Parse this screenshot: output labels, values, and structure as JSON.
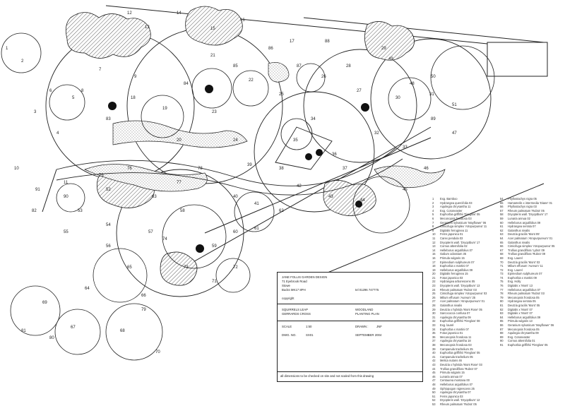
{
  "title_block": {
    "designer": "JANE FOLLIS GARDEN DESIGN",
    "address": [
      "71 Eyebrook Road",
      "Stowe",
      "Bucks MK17 8PH"
    ],
    "tel": "tel 01296 747775",
    "copyright": "copyright",
    "client": [
      "SQUIRRELS LEAP",
      "GERRARDS CROSS"
    ],
    "drawing_title": [
      "WOODLAND",
      "PLANTING PLAN"
    ],
    "scale_label": "SCALE",
    "scale_value": "1:50",
    "drawn_label": "DRAWN :",
    "drawn_value": "JNF",
    "dwg_label": "DWG. NO.",
    "dwg_value": "SX01",
    "date_value": "SEPTEMBER 2004",
    "note": "all dimensions to be checked on site and not scaled from this drawing"
  },
  "legend_col1": [
    {
      "n": "1",
      "t": "Exg. Bamboo"
    },
    {
      "n": "2",
      "t": "Hydrangea quercifolia 03"
    },
    {
      "n": "3",
      "t": "Aquilegia chrysantha 11"
    },
    {
      "n": "4",
      "t": "Exg. Cotoneaster"
    },
    {
      "n": "5",
      "t": "Euphorbia griffithii 'Fireglow' 05"
    },
    {
      "n": "6",
      "t": "Meconopsis frondosa 03"
    },
    {
      "n": "7",
      "t": "Geranium sylvaticum 'Mayflower' 06"
    },
    {
      "n": "8",
      "t": "Cimicifuga simplex 'Atropurpurea' 11"
    },
    {
      "n": "9",
      "t": "Digitalis ferruginea 11"
    },
    {
      "n": "10",
      "t": "Ferns japonica 01"
    },
    {
      "n": "11",
      "t": "Carex pendula 03"
    },
    {
      "n": "12",
      "t": "Dryopteris wall. 'Dryoptbum' 17"
    },
    {
      "n": "13",
      "t": "Cornus alternifolia 02"
    },
    {
      "n": "14",
      "t": "Helleborus argutifolius 07"
    },
    {
      "n": "15",
      "t": "Galium odoratum 35"
    },
    {
      "n": "16",
      "t": "Primula vulgaris 15"
    },
    {
      "n": "17",
      "t": "Epimedium sulphureum 07"
    },
    {
      "n": "18",
      "t": "Euphorbia x martini 07"
    },
    {
      "n": "19",
      "t": "Helleborus argutifolius 09"
    },
    {
      "n": "20",
      "t": "Digitalis ferruginea 15"
    },
    {
      "n": "21",
      "t": "Fotus japonica 03"
    },
    {
      "n": "22",
      "t": "Hydrangea arborescens 05"
    },
    {
      "n": "23",
      "t": "Dryopteris wall. 'Dryoptbum' 13"
    },
    {
      "n": "24",
      "t": "Rheum palmatum 'Rubra' 03"
    },
    {
      "n": "25",
      "t": "Cimicifuga simplex 'Atropurpurea' 03"
    },
    {
      "n": "26",
      "t": "Milium effusum 'Aureum' 25"
    },
    {
      "n": "27",
      "t": "Acer palmatum 'Atropurpureum' 01"
    },
    {
      "n": "28",
      "t": "Galanthus nivalis"
    },
    {
      "n": "29",
      "t": "Deutzia x hybrida 'Mont Rose' 05"
    },
    {
      "n": "30",
      "t": "Sarcococca confusa 07"
    },
    {
      "n": "31",
      "t": "Aquilegia chrysantha 09"
    },
    {
      "n": "32",
      "t": "Euphorbia griffithii 'Fireglow' 08"
    },
    {
      "n": "33",
      "t": "Exg. laurel"
    },
    {
      "n": "34",
      "t": "Euphorbia x martini 07"
    },
    {
      "n": "35",
      "t": "Fotus japonica 01"
    },
    {
      "n": "36",
      "t": "Meconopsis frondosa 11"
    },
    {
      "n": "37",
      "t": "Aquilegia chrysantha 18"
    },
    {
      "n": "38",
      "t": "Meconopsis frondosa 03"
    },
    {
      "n": "39",
      "t": "Campanula trachelium 25"
    },
    {
      "n": "40",
      "t": "Euphorbia griffithii 'Fireglow' 05"
    },
    {
      "n": "41",
      "t": "Campanula trachelium 05"
    },
    {
      "n": "42",
      "t": "Melica nutans 46"
    },
    {
      "n": "43",
      "t": "Deutzia x hybrida 'Mont Rose' 03"
    },
    {
      "n": "44",
      "t": "Trollius grandiflora 'Rubra' 07"
    },
    {
      "n": "45",
      "t": "Primula vulgaris 15"
    },
    {
      "n": "46",
      "t": "Lunaria annua 07"
    },
    {
      "n": "47",
      "t": "Centaurea montana 00"
    },
    {
      "n": "48",
      "t": "Helleborus argutifolius 07"
    },
    {
      "n": "49",
      "t": "Ophiopogon nigrescens 25"
    },
    {
      "n": "50",
      "t": "Aquilegia chrysantha 07"
    },
    {
      "n": "51",
      "t": "Ferns japonica 03"
    },
    {
      "n": "52",
      "t": "Dryopteris wall. 'Dryoptbum' 12"
    },
    {
      "n": "53",
      "t": "Rheum palmatum 'Rubra' 05"
    }
  ],
  "legend_col2": [
    {
      "n": "54",
      "t": "Phyllostachys nigra 05"
    },
    {
      "n": "55",
      "t": "Hamamelis x intermedia 'Diane' 01"
    },
    {
      "n": "56",
      "t": "Phyllostachys nigra 03"
    },
    {
      "n": "57",
      "t": "Rheum palmatum 'Rubra' 05"
    },
    {
      "n": "58",
      "t": "Dryopteris wall. 'Dryoptbum' 17"
    },
    {
      "n": "59",
      "t": "Lunaria annua 02"
    },
    {
      "n": "60",
      "t": "Helleborus argutifolius 09"
    },
    {
      "n": "61",
      "t": "Hydrangea serrata 07"
    },
    {
      "n": "62",
      "t": "Galanthus nivalis"
    },
    {
      "n": "63",
      "t": "Deutzia gracilis 'Mont 05'"
    },
    {
      "n": "64",
      "t": "Acer palmatum 'Atropurpureum' 01"
    },
    {
      "n": "65",
      "t": "Galanthus nivalis"
    },
    {
      "n": "66",
      "t": "Cimicifuga simplex 'Atropurpurea' 05"
    },
    {
      "n": "67",
      "t": "Trollius grandiflora 'Lybra' 09"
    },
    {
      "n": "68",
      "t": "Trollius grandiflora 'Rubra' 09"
    },
    {
      "n": "69",
      "t": "Exg. Laurel"
    },
    {
      "n": "70",
      "t": "Deutzia gracilis 'Mont' 03"
    },
    {
      "n": "71",
      "t": "Milium effusum 'Aureum' 11"
    },
    {
      "n": "72",
      "t": "Exg. Laurel"
    },
    {
      "n": "73",
      "t": "Epimedium sulphureum 07"
    },
    {
      "n": "74",
      "t": "Euphorbia x martini 09"
    },
    {
      "n": "75",
      "t": "Exg. Holly"
    },
    {
      "n": "76",
      "t": "Digitalis x 'Mont' 13"
    },
    {
      "n": "77",
      "t": "Helleborus argutifolius 07"
    },
    {
      "n": "78",
      "t": "Rheum palmatum 'Rubra' 03"
    },
    {
      "n": "79",
      "t": "Meconopsis frondosa 05"
    },
    {
      "n": "80",
      "t": "Hydrangea serrata 05"
    },
    {
      "n": "81",
      "t": "Deutzia gracilis 'Mont' 05"
    },
    {
      "n": "82",
      "t": "Digitalis x 'Mont' 07"
    },
    {
      "n": "83",
      "t": "Digitalis x 'Mont' 07"
    },
    {
      "n": "84",
      "t": "Helleborus argutifolius 09"
    },
    {
      "n": "85",
      "t": "Primula vulgaris 13"
    },
    {
      "n": "86",
      "t": "Geranium sylvaticum 'Mayflower' 06"
    },
    {
      "n": "87",
      "t": "Meconopsis frondosa 05"
    },
    {
      "n": "88",
      "t": "Aquilegia chrysantha 09"
    },
    {
      "n": "89",
      "t": "Exg. Cotoneaster"
    },
    {
      "n": "90",
      "t": "Cornus alternifolia 01"
    },
    {
      "n": "91",
      "t": "Euphorbia griffithii 'Fireglow' 05"
    }
  ],
  "plan_labels": [
    "1",
    "2",
    "3",
    "4",
    "5",
    "6",
    "7",
    "8",
    "9",
    "10",
    "11",
    "12",
    "13",
    "14",
    "15",
    "16",
    "17",
    "18",
    "19",
    "20",
    "21",
    "22",
    "23",
    "24",
    "25",
    "26",
    "27",
    "28",
    "29",
    "30",
    "31",
    "32",
    "33",
    "34",
    "35",
    "36",
    "37",
    "38",
    "39",
    "40",
    "41",
    "42",
    "43",
    "44",
    "45",
    "46",
    "47",
    "48",
    "49",
    "50",
    "51",
    "52",
    "53",
    "54",
    "55",
    "56",
    "57",
    "58",
    "59",
    "60",
    "61",
    "62",
    "63",
    "64",
    "65",
    "66",
    "67",
    "68",
    "69",
    "70",
    "71",
    "72",
    "73",
    "74",
    "75",
    "76",
    "77",
    "78",
    "79",
    "80",
    "81",
    "82",
    "83",
    "84",
    "85",
    "86",
    "87",
    "88",
    "89",
    "90",
    "91"
  ],
  "colors": {
    "ink": "#222222",
    "hatch_fill": "#d8d8d8",
    "paper": "#ffffff"
  }
}
